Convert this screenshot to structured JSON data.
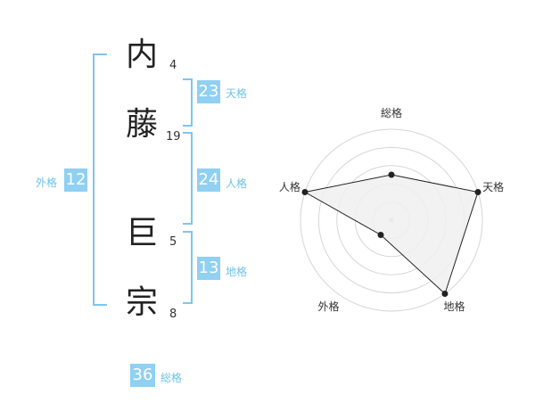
{
  "name": {
    "chars": [
      {
        "kanji": "内",
        "strokes": "4"
      },
      {
        "kanji": "藤",
        "strokes": "19"
      },
      {
        "kanji": "巨",
        "strokes": "5"
      },
      {
        "kanji": "宗",
        "strokes": "8"
      }
    ]
  },
  "fortune": {
    "tenkaku": {
      "label": "天格",
      "value": "23"
    },
    "jinkaku": {
      "label": "人格",
      "value": "24"
    },
    "chikaku": {
      "label": "地格",
      "value": "13"
    },
    "gaikaku": {
      "label": "外格",
      "value": "12"
    },
    "soukaku": {
      "label": "総格",
      "value": "36"
    }
  },
  "chart_data": {
    "type": "radar",
    "axes": [
      "総格",
      "天格",
      "地格",
      "外格",
      "人格"
    ],
    "values": [
      0.5,
      1.0,
      1.0,
      0.2,
      1.0
    ],
    "rings": 5,
    "grid": true,
    "colors": {
      "fill": "#f0f0f0",
      "line": "#222222",
      "grid": "#d6d6d6",
      "center": "#cccccc"
    }
  }
}
